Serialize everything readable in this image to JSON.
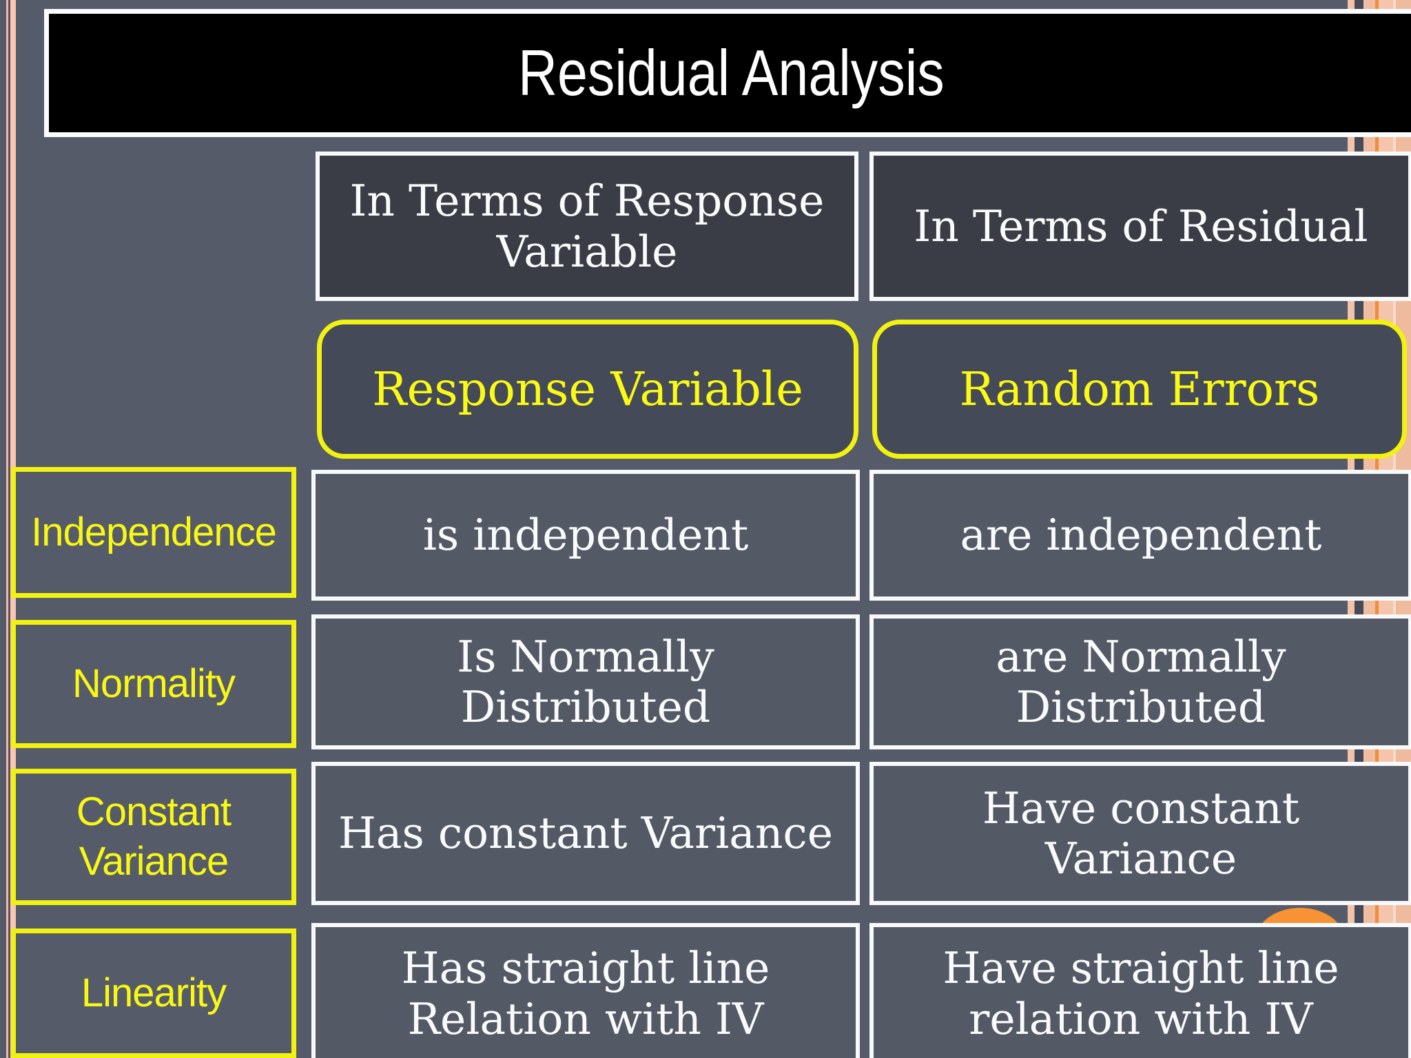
{
  "slide": {
    "title": "Residual Analysis"
  },
  "table": {
    "column_headers": [
      {
        "line1": "In Terms of Response",
        "line2": "Variable"
      },
      {
        "line1": "In Terms of Residual"
      }
    ],
    "subject_row": [
      {
        "label": "Response Variable"
      },
      {
        "label": "Random Errors"
      }
    ],
    "rows": [
      {
        "label": "Independence",
        "cells": [
          {
            "line1": "is independent"
          },
          {
            "line1": "are independent"
          }
        ]
      },
      {
        "label": "Normality",
        "cells": [
          {
            "line1": "Is Normally",
            "line2": "Distributed"
          },
          {
            "line1": "are Normally",
            "line2": "Distributed"
          }
        ]
      },
      {
        "label": "Constant Variance",
        "cells": [
          {
            "line1": "Has constant Variance"
          },
          {
            "line1": "Have constant",
            "line2": "Variance"
          }
        ]
      },
      {
        "label": "Linearity",
        "cells": [
          {
            "line1": "Has straight line",
            "line2": "Relation with IV"
          },
          {
            "line1": "Have straight line",
            "line2": "relation with IV"
          }
        ]
      }
    ]
  },
  "colors": {
    "background": "#565b69",
    "title_fill": "#000000",
    "header_fill": "#3a3d45",
    "cell_fill": "#545966",
    "accent_yellow": "#f2f210",
    "border_white": "#f7f9fa",
    "accent_orange": "#f89335",
    "edge_peach": "#f1c3a9",
    "edge_dark": "#454b58"
  }
}
